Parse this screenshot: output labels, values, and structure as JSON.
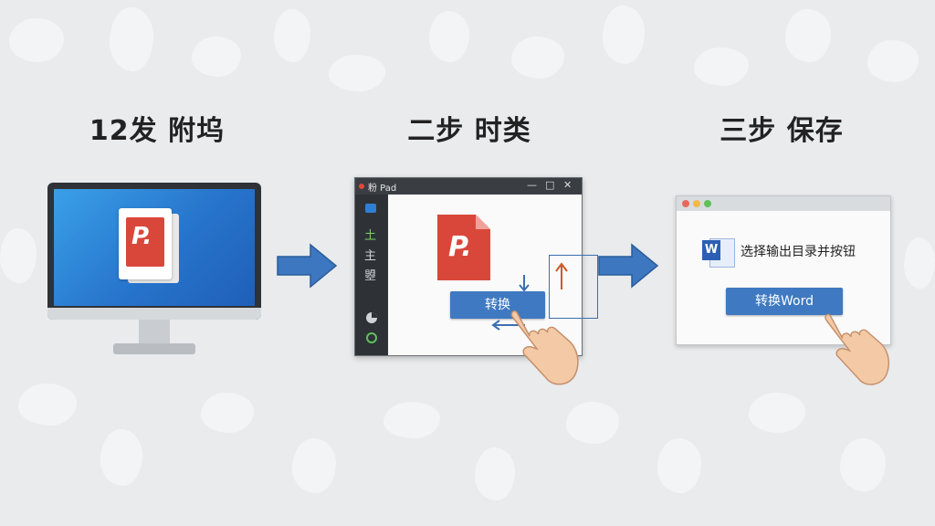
{
  "steps": [
    {
      "title": "12发 附坞"
    },
    {
      "title": "二步 时类"
    },
    {
      "title": "三步 保存"
    }
  ],
  "icons": {
    "powerpoint_letter": "P.",
    "word_letter": "W"
  },
  "app_window": {
    "title": "粉 Pad",
    "controls": {
      "minimize": "—",
      "maximize": "□",
      "close": "✕"
    },
    "sidebar_glyphs": [
      "土",
      "主",
      "曌"
    ],
    "convert_button": "转换"
  },
  "dialog": {
    "label": "选择输出目录并按钮",
    "button": "转换Word"
  },
  "colors": {
    "accent_blue": "#3f79c1",
    "ppt_red": "#d9473b",
    "word_blue": "#2b5fb4",
    "arrow_blue": "#3d77bf",
    "background": "#e9ebed"
  }
}
